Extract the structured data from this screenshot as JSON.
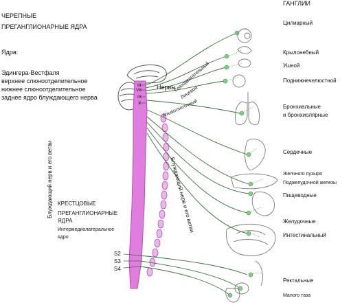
{
  "header": {
    "ganglia_title": "ГАНГЛИИ",
    "cranial_title_line1": "ЧЕРЕПНЫЕ",
    "cranial_title_line2": "ПРЕГАНГЛИОНАРНЫЕ ЯДРА"
  },
  "nuclei": {
    "heading": "Ядра:",
    "items": [
      "Эдингера-Вестфаля",
      "верхнее слюноотделительное",
      "нижнее слюноотделительное",
      "заднее ядро блуждающего нерва"
    ]
  },
  "nerves": {
    "label": "Нервы",
    "roman": [
      "III",
      "VII",
      "IX",
      "X"
    ],
    "oculomotor": "Глазодвигательный",
    "facial": "Лицевой",
    "glossopharyngeal": "Языкоглоточный",
    "vagus_left": "Блуждающий нерв и его ветви",
    "vagus_right": "Блуждающий нерв и его ветви"
  },
  "ganglia": [
    "Цилиарный",
    "Крылонебный",
    "Ушной",
    "Поднижнечелюстной",
    "Бронхиальные",
    "и бронхиолярные",
    "Сердечные",
    "Желчного пузыря",
    "Поджелудочной железы",
    "Пищеводные",
    "Желудочные",
    "Интестинальный",
    "Ректальные",
    "Малого таза"
  ],
  "sacral": {
    "title_line1": "КРЕСТЦОВЫЕ",
    "title_line2": "ПРЕГАНГЛИОНАРНЫЕ",
    "title_line3": "ЯДРА",
    "sub_line1": "Интермедиолатеральное",
    "sub_line2": "ядро",
    "segments": [
      "S2",
      "S3",
      "S4"
    ]
  },
  "colors": {
    "pathway": "#e07ee0",
    "pathway_stroke": "#b24fb2",
    "nerve": "#3a6e3a",
    "ganglion": "#7ed27e",
    "organ": "#777777"
  }
}
